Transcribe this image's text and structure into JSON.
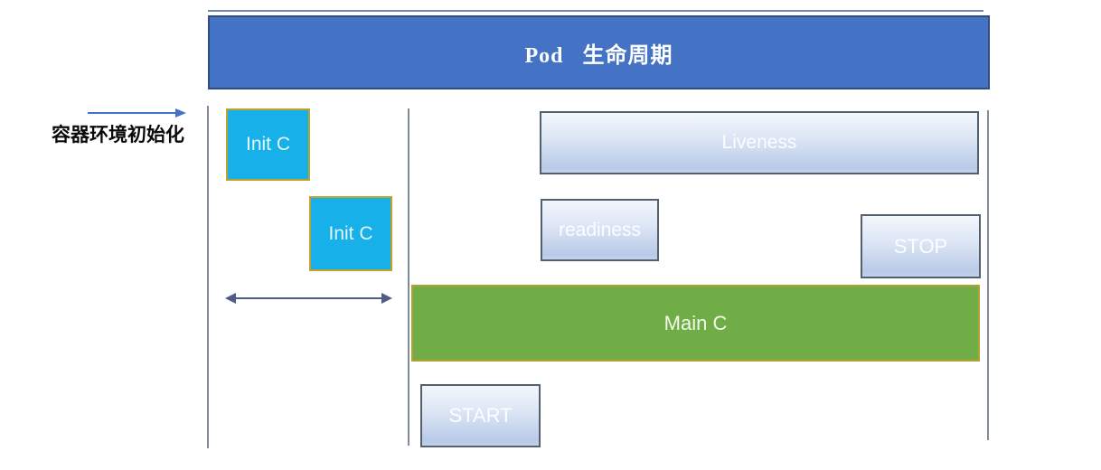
{
  "diagram": {
    "title": "Pod   生命周期",
    "annotation": {
      "label": "容器环境初始化"
    },
    "boxes": {
      "init1": "Init C",
      "init2": "Init C",
      "liveness": "Liveness",
      "readiness": "readiness",
      "stop": "STOP",
      "main": "Main C",
      "start": "START"
    },
    "colors": {
      "header_fill": "#4472C4",
      "header_border": "#2F4E7E",
      "top_line": "#5572A8",
      "init_fill": "#18B0E8",
      "init_border": "#C2A12C",
      "main_fill": "#70AD47",
      "main_border": "#B3A22F",
      "probe_border": "#55606E",
      "line_gray": "#7F8B99",
      "arrow_blue": "#4472C4",
      "double_arrow": "#4E5C88"
    }
  }
}
